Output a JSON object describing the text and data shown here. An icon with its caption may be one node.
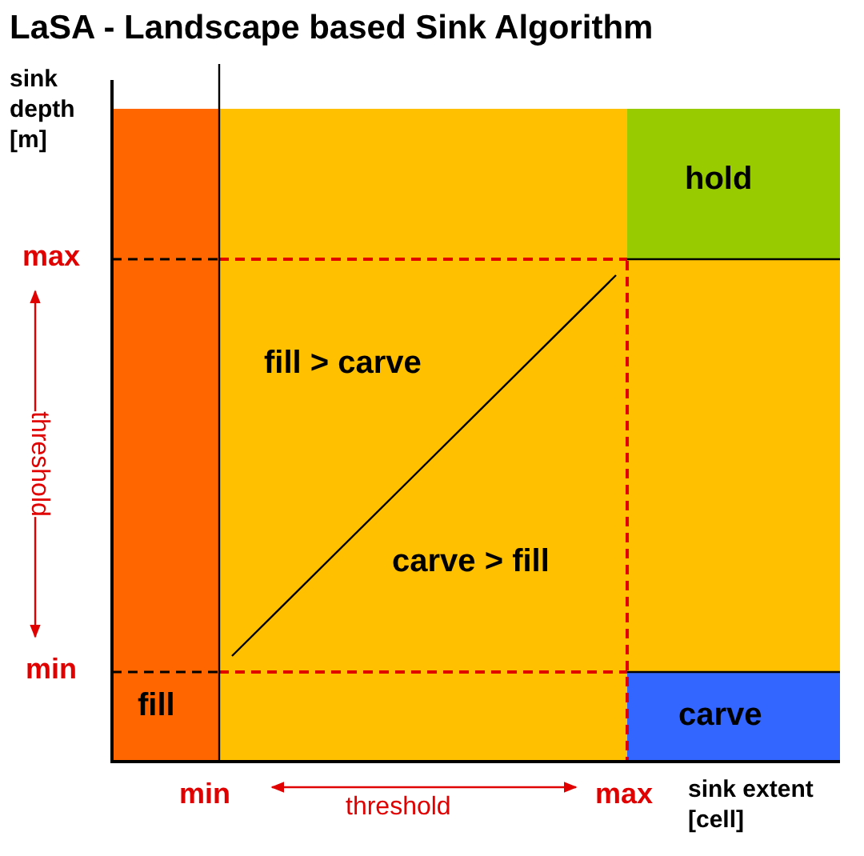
{
  "diagram": {
    "title": "LaSA - Landscape based Sink Algorithm",
    "nodes": [
      {
        "text": [
          "fill"
        ]
      },
      {
        "text": [
          "fill > carve",
          "carve > fill"
        ]
      },
      {
        "text": [
          "hold"
        ]
      },
      {
        "text": [
          "carve"
        ]
      }
    ],
    "labels": [
      "sink depth [m]",
      "max",
      "threshold",
      "min",
      "min",
      "threshold",
      "max",
      "sink extent [cell]"
    ]
  }
}
